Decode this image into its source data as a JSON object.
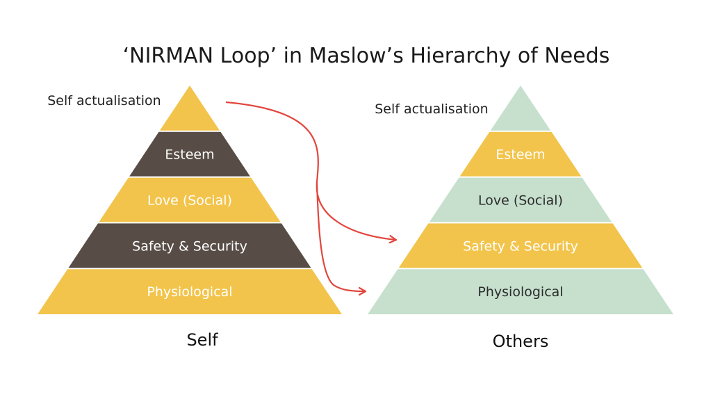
{
  "title": "‘NIRMAN Loop’ in Maslow’s Hierarchy of Needs",
  "colors": {
    "yellow": "#f2c44b",
    "dark": "#574d46",
    "mint": "#c6e0cd",
    "arrow": "#e2463d",
    "text_light": "#ffffff",
    "text_dark": "#2b2b2b"
  },
  "pyramids": [
    {
      "caption": "Self",
      "top_label": "Self actualisation",
      "layers": [
        {
          "label": "Physiological",
          "color": "yellow"
        },
        {
          "label": "Safety & Security",
          "color": "dark"
        },
        {
          "label": "Love (Social)",
          "color": "yellow"
        },
        {
          "label": "Esteem",
          "color": "dark"
        },
        {
          "label": "",
          "color": "yellow"
        }
      ]
    },
    {
      "caption": "Others",
      "top_label": "Self actualisation",
      "layers": [
        {
          "label": "Physiological",
          "color": "mint"
        },
        {
          "label": "Safety & Security",
          "color": "yellow"
        },
        {
          "label": "Love (Social)",
          "color": "mint"
        },
        {
          "label": "Esteem",
          "color": "yellow"
        },
        {
          "label": "",
          "color": "mint"
        }
      ]
    }
  ],
  "arrows": [
    {
      "from": "Self actualisation (Self)",
      "to": "Safety & Security (Others)"
    },
    {
      "from": "Self actualisation (Self)",
      "to": "Physiological (Others)"
    }
  ]
}
